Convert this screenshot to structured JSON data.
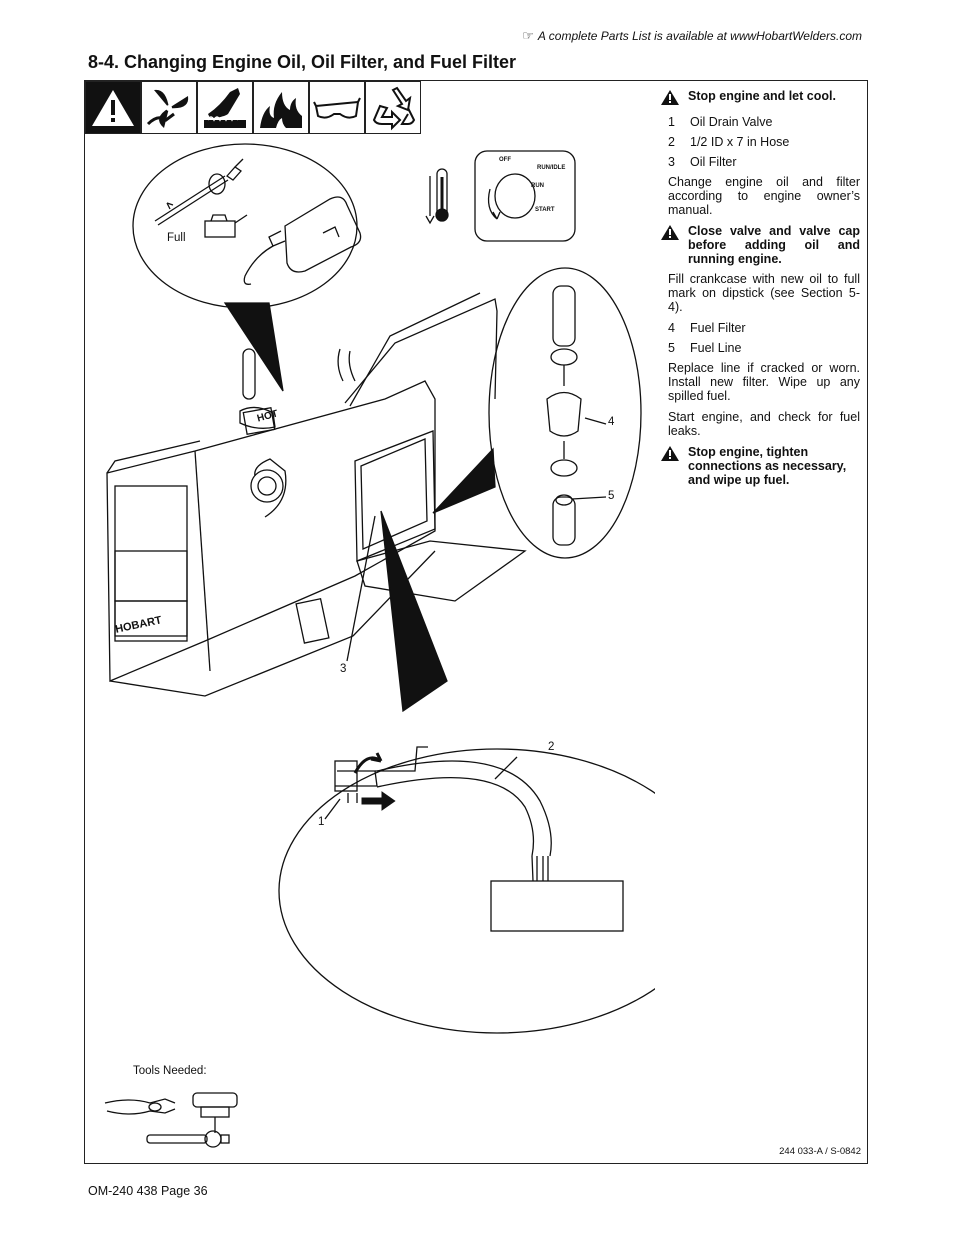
{
  "header": {
    "note": "A complete Parts List is available at wwwHobartWelders.com"
  },
  "section": {
    "title": "8-4.   Changing Engine Oil, Oil Filter, and Fuel Filter"
  },
  "safety_icons": [
    {
      "icon": "warning-triangle-icon"
    },
    {
      "icon": "moving-parts-fan-icon"
    },
    {
      "icon": "hot-surface-hand-icon"
    },
    {
      "icon": "fire-flames-icon"
    },
    {
      "icon": "safety-glasses-icon"
    },
    {
      "icon": "recycle-icon"
    }
  ],
  "instructions": {
    "warn1": "Stop engine and let cool.",
    "items_a": [
      {
        "num": "1",
        "text": "Oil Drain Valve"
      },
      {
        "num": "2",
        "text": "1/2 ID x 7 in Hose"
      },
      {
        "num": "3",
        "text": "Oil Filter"
      }
    ],
    "para1": "Change engine oil and filter according to engine owner’s manual.",
    "warn2": "Close valve and valve cap before adding oil and running engine.",
    "para2": "Fill crankcase with new oil to full mark on dipstick (see Section 5-4).",
    "items_b": [
      {
        "num": "4",
        "text": "Fuel Filter"
      },
      {
        "num": "5",
        "text": "Fuel Line"
      }
    ],
    "para3": "Replace line if cracked or worn. Install new filter. Wipe up any spilled fuel.",
    "para4": "Start engine, and check for fuel leaks.",
    "warn3": "Stop engine, tighten connections as necessary, and wipe up fuel."
  },
  "diagram": {
    "full_label": "Full",
    "callout_1": "1",
    "callout_2": "2",
    "callout_3": "3",
    "callout_4": "4",
    "callout_5": "5",
    "switch": {
      "off": "OFF",
      "run_idle": "RUN/IDLE",
      "run": "RUN",
      "start": "START"
    },
    "brand": "HOBART",
    "hot": "HOT"
  },
  "tools": {
    "label": "Tools Needed:"
  },
  "figure_code": "244 033-A / S-0842",
  "footer": {
    "page": "OM-240 438 Page 36"
  }
}
